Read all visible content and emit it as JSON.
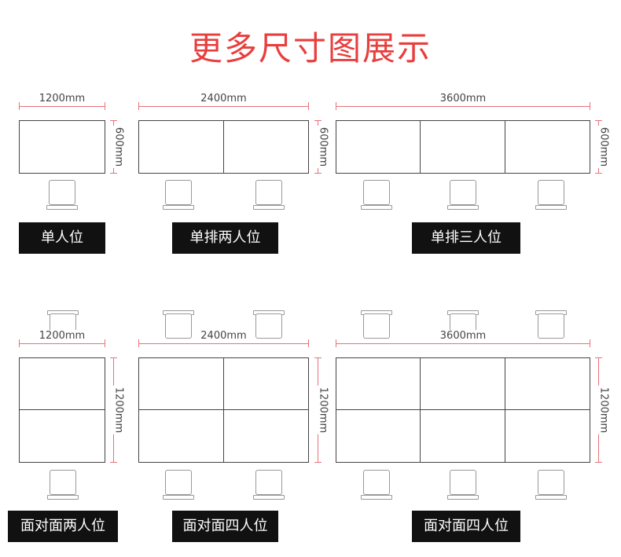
{
  "title": "更多尺寸图展示",
  "dims": {
    "w1200": "1200mm",
    "w2400": "2400mm",
    "w3600": "3600mm",
    "d600": "600mm",
    "d1200": "1200mm"
  },
  "labels": {
    "single": "单人位",
    "row_two": "单排两人位",
    "row_three": "单排三人位",
    "face_two": "面对面两人位",
    "face_four_a": "面对面四人位",
    "face_four_b": "面对面四人位"
  }
}
